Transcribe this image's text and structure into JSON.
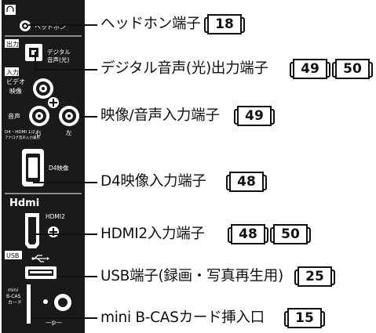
{
  "panel": {
    "headphone_label": "ヘッドホン",
    "output_section": "出力",
    "digital_label": "デジタル",
    "digital_label2": "音声(光)",
    "input_section": "入力",
    "video_label": "ビデオ",
    "video_label2": "映像",
    "audio_label": "音声",
    "right_label": "右",
    "left_label": "左",
    "d4_note": "D4・HDMI 1/2",
    "d4_note2": "アナログ音声入力兼用",
    "d4_label": "D4映像",
    "hdmi_logo": "Hdmi",
    "hdmi2_label": "HDMI2",
    "usb_section": "USB",
    "mini_bcas_label": "mini",
    "mini_bcas_label2": "B-CAS",
    "mini_bcas_label3": "カード",
    "card_mark": "—p—"
  },
  "callouts": [
    {
      "text": "ヘッドホン端子",
      "pages": [
        "18"
      ]
    },
    {
      "text": "デジタル音声(光)出力端子",
      "pages": [
        "49",
        "50"
      ]
    },
    {
      "text": "映像/音声入力端子",
      "pages": [
        "49"
      ]
    },
    {
      "text": "D4映像入力端子",
      "pages": [
        "48"
      ]
    },
    {
      "text": "HDMI2入力端子",
      "pages": [
        "48",
        "50"
      ]
    },
    {
      "text": "USB端子(録画・写真再生用)",
      "pages": [
        "25"
      ]
    },
    {
      "text": "mini B-CASカード挿入口",
      "pages": [
        "15"
      ]
    }
  ]
}
